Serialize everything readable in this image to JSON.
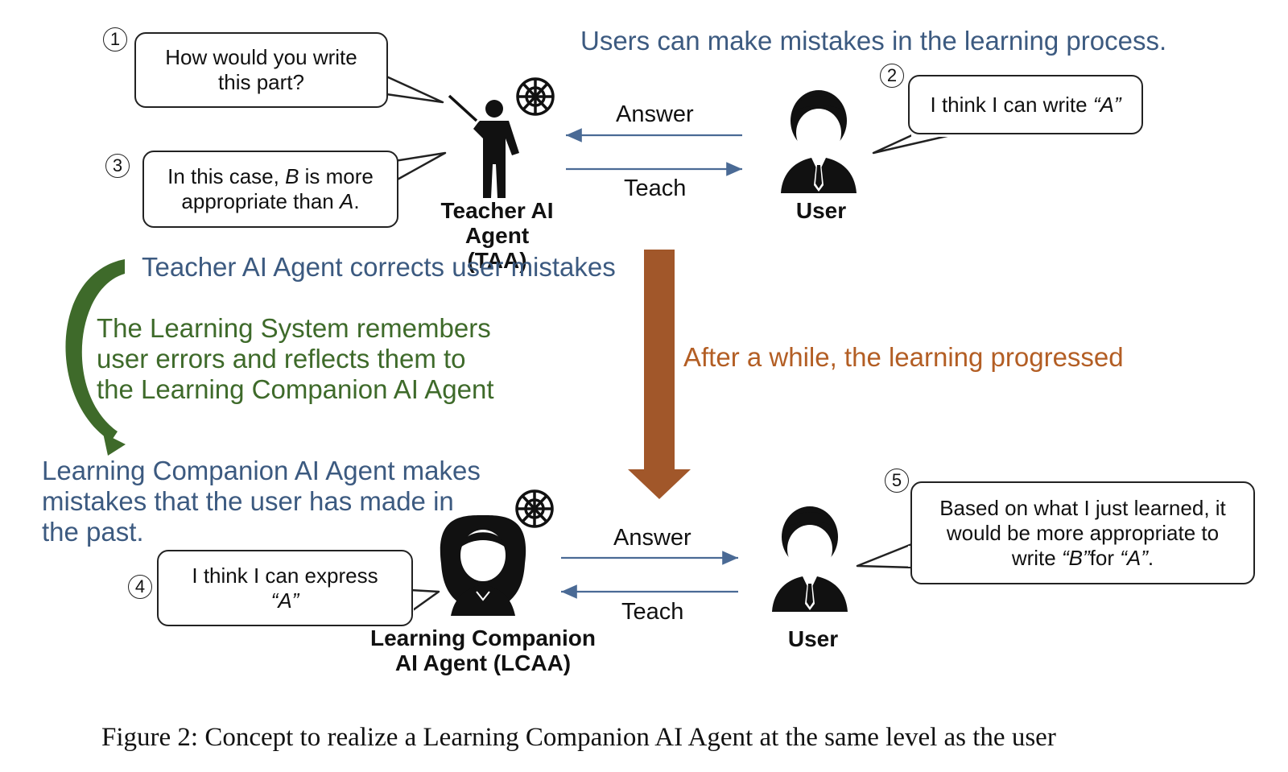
{
  "top": {
    "header": "Users can make mistakes in the learning process.",
    "step1": {
      "num": "1",
      "text_line1": "How would you write",
      "text_line2": "this part?"
    },
    "step2": {
      "num": "2",
      "text_prefix": "I think I can write ",
      "text_em": "“A”"
    },
    "step3": {
      "num": "3",
      "text_a": "In this case, ",
      "text_b": "B",
      "text_c": " is more",
      "text_d": "appropriate than ",
      "text_e": "A",
      "text_f": "."
    },
    "answer_label": "Answer",
    "teach_label": "Teach",
    "teacher_label_line1": "Teacher AI Agent",
    "teacher_label_line2": "(TAA)",
    "user_label": "User"
  },
  "middle": {
    "taa_corrects": "Teacher AI Agent corrects user mistakes",
    "system_line1": "The Learning System remembers",
    "system_line2": "user errors and reflects them to",
    "system_line3": "the Learning Companion AI Agent",
    "progress": "After a while, the learning progressed",
    "lcaa_line1": "Learning Companion AI Agent makes",
    "lcaa_line2": "mistakes that the user has made in",
    "lcaa_line3": "the past."
  },
  "bottom": {
    "step4": {
      "num": "4",
      "text_line1": "I think I can express",
      "text_em": "“A”"
    },
    "step5": {
      "num": "5",
      "text_line1": "Based on what I just learned, it",
      "text_line2": "would be more appropriate to",
      "text_pre": "write ",
      "text_em1": "“B”",
      "text_mid": "for ",
      "text_em2": "“A”",
      "text_end": "."
    },
    "answer_label": "Answer",
    "teach_label": "Teach",
    "lcaa_label_line1": "Learning Companion",
    "lcaa_label_line2": "AI Agent (LCAA)",
    "user_label": "User"
  },
  "caption": "Figure 2: Concept to realize a Learning Companion AI Agent at the same level as the user",
  "colors": {
    "blue": "#3c5a80",
    "green": "#3e6a2a",
    "orange": "#b35e24",
    "arrow_brown": "#a1572a",
    "arrow_line": "#4a6a95"
  }
}
